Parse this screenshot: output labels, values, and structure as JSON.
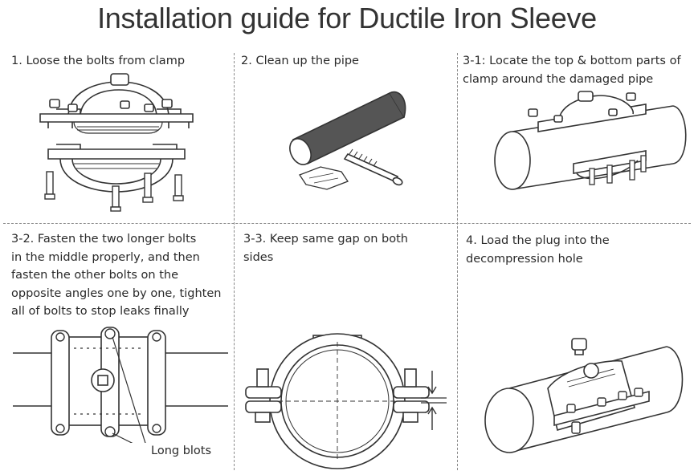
{
  "title": "Installation guide for Ductile Iron Sleeve",
  "steps": [
    {
      "text": "1. Loose the bolts from clamp"
    },
    {
      "text": "2. Clean up the pipe"
    },
    {
      "text": "3-1: Locate the top & bottom parts of\nclamp around the damaged pipe"
    },
    {
      "text": "3-2. Fasten the two longer bolts\nin the middle properly, and then\nfasten the other bolts on the\nopposite angles one by one, tighten\nall of bolts to stop leaks finally"
    },
    {
      "text": "3-3. Keep same gap on both\nsides"
    },
    {
      "text": "4. Load the plug into the\ndecompression hole"
    }
  ],
  "callout": "Long blots"
}
